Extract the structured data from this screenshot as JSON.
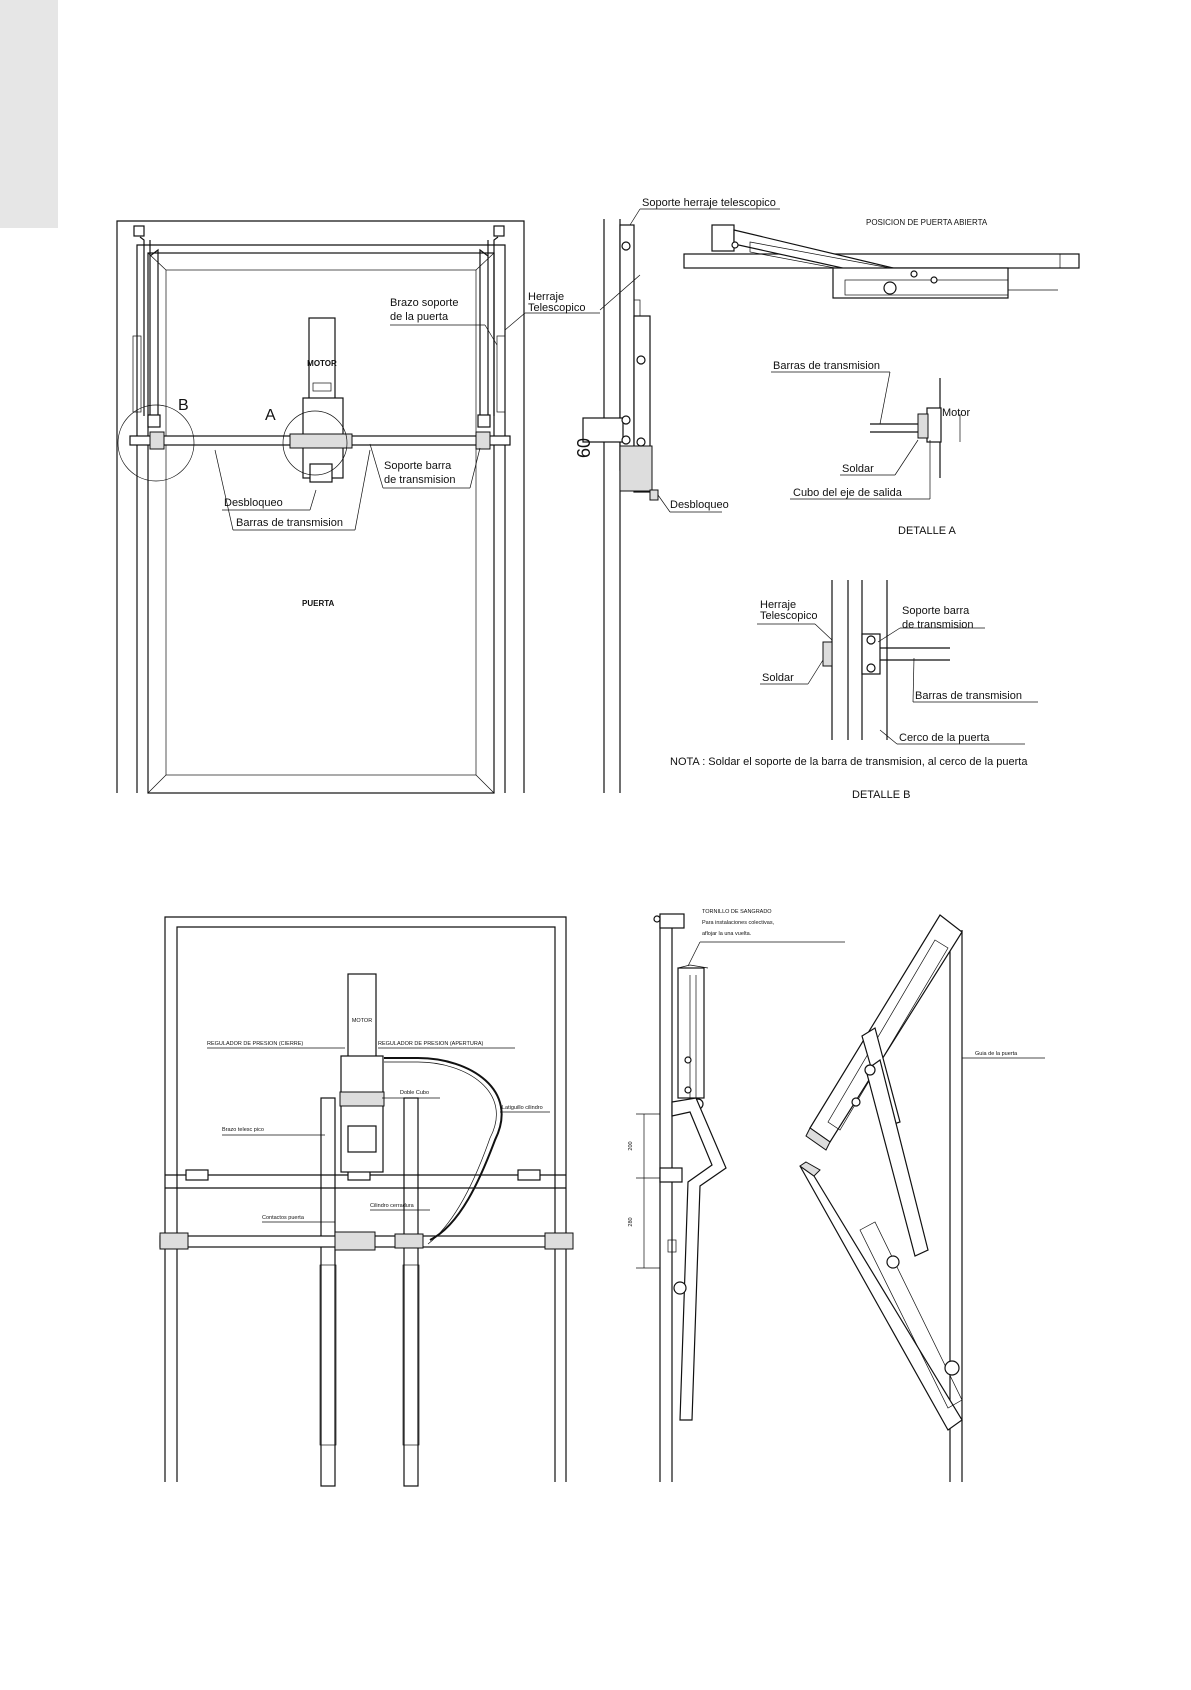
{
  "drawing1": {
    "motor": "MOTOR",
    "puerta": "PUERTA",
    "brazo_soporte_1": "Brazo soporte",
    "brazo_soporte_2": "de la puerta",
    "herraje_1": "Herraje",
    "herraje_2": "Telescopico",
    "detail_a_letter": "A",
    "detail_b_letter": "B",
    "soporte_barra_1": "Soporte barra",
    "soporte_barra_2": "de transmision",
    "desbloqueo": "Desbloqueo",
    "barras": "Barras de transmision"
  },
  "drawing2": {
    "soporte_herraje": "Soporte herraje telescopico",
    "posicion": "POSICION DE PUERTA ABIERTA",
    "dim_60": "60",
    "desbloqueo": "Desbloqueo"
  },
  "detalle_a": {
    "barras": "Barras de transmision",
    "motor": "Motor",
    "soldar": "Soldar",
    "cubo": "Cubo del eje de salida",
    "title": "DETALLE A"
  },
  "detalle_b": {
    "herraje_1": "Herraje",
    "herraje_2": "Telescopico",
    "soporte_1": "Soporte barra",
    "soporte_2": "de transmision",
    "soldar": "Soldar",
    "barras": "Barras de transmision",
    "cerco": "Cerco de la puerta",
    "nota": "NOTA :  Soldar el soporte de la barra de transmision, al cerco de la puerta",
    "title": "DETALLE B"
  },
  "drawing3": {
    "motor": "MOTOR",
    "reg_cierre": "REGULADOR DE PRESION (CIERRE)",
    "reg_apertura": "REGULADOR DE PRESION (APERTURA)",
    "doble_cubo": "Doble Cubo",
    "latiguillo": "Latiguillo cilindro",
    "brazo_telesc": "Brazo telesc pico",
    "cilindro": "Cilindro cerradura",
    "contactos": "Contactos puerta"
  },
  "drawing4": {
    "tornillo_1": "TORNILLO DE SANGRADO",
    "tornillo_2": "Para instalaciones colectivas,",
    "tornillo_3": "aflojar la una vuelta.",
    "dim_200": "200",
    "dim_280": "280",
    "guia": "Guia de la puerta"
  }
}
